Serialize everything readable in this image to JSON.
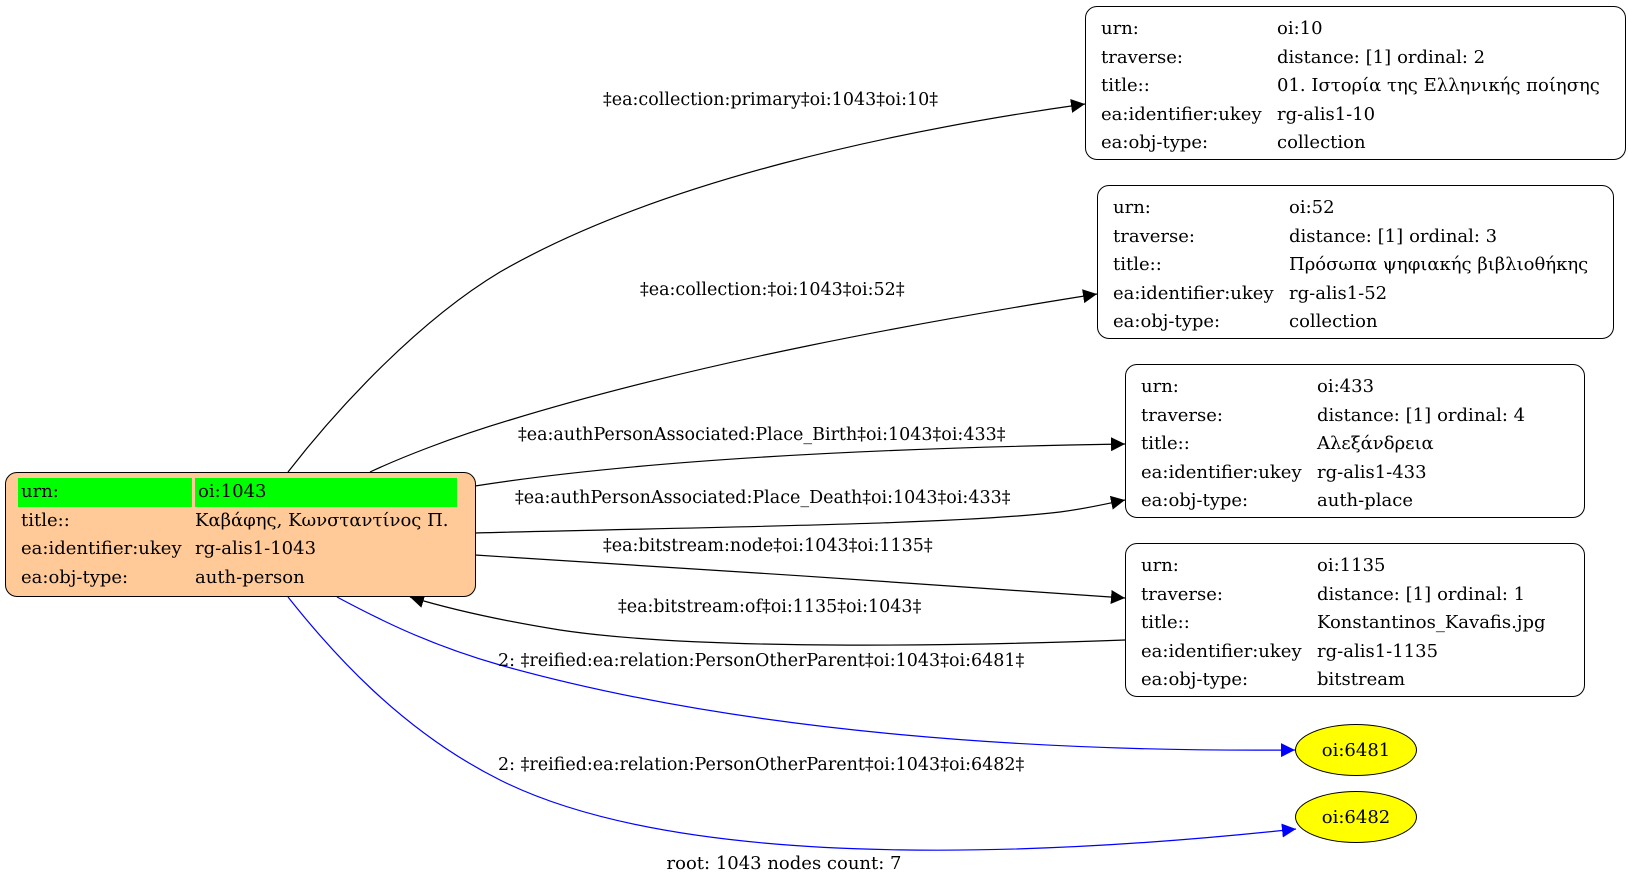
{
  "root_node": {
    "rows": [
      {
        "key": "urn:",
        "value": "oi:1043"
      },
      {
        "key": "title::",
        "value": "Καβάφης, Κωνσταντίνος Π."
      },
      {
        "key": "ea:identifier:ukey",
        "value": "rg-alis1-1043"
      },
      {
        "key": "ea:obj-type:",
        "value": "auth-person"
      }
    ]
  },
  "nodes": [
    {
      "urn_key": "urn:",
      "urn": "oi:10",
      "traverse_key": "traverse:",
      "distance": "distance: [1]",
      "ordinal": "ordinal: 2",
      "title_key": "title::",
      "title": "01. Ιστορία της Ελληνικής ποίησης",
      "ukey_key": "ea:identifier:ukey",
      "ukey": "rg-alis1-10",
      "type_key": "ea:obj-type:",
      "type": "collection"
    },
    {
      "urn_key": "urn:",
      "urn": "oi:52",
      "traverse_key": "traverse:",
      "distance": "distance: [1]",
      "ordinal": "ordinal: 3",
      "title_key": "title::",
      "title": "Πρόσωπα ψηφιακής βιβλιοθήκης",
      "ukey_key": "ea:identifier:ukey",
      "ukey": "rg-alis1-52",
      "type_key": "ea:obj-type:",
      "type": "collection"
    },
    {
      "urn_key": "urn:",
      "urn": "oi:433",
      "traverse_key": "traverse:",
      "distance": "distance: [1]",
      "ordinal": "ordinal: 4",
      "title_key": "title::",
      "title": "Αλεξάνδρεια",
      "ukey_key": "ea:identifier:ukey",
      "ukey": "rg-alis1-433",
      "type_key": "ea:obj-type:",
      "type": "auth-place"
    },
    {
      "urn_key": "urn:",
      "urn": "oi:1135",
      "traverse_key": "traverse:",
      "distance": "distance: [1]",
      "ordinal": "ordinal: 1",
      "title_key": "title::",
      "title": "Konstantinos_Kavafis.jpg",
      "ukey_key": "ea:identifier:ukey",
      "ukey": "rg-alis1-1135",
      "type_key": "ea:obj-type:",
      "type": "bitstream"
    }
  ],
  "ovals": [
    {
      "label": "oi:6481"
    },
    {
      "label": "oi:6482"
    }
  ],
  "edges": [
    {
      "label": "‡ea:collection:primary‡oi:1043‡oi:10‡",
      "color": "#000000"
    },
    {
      "label": "‡ea:collection:‡oi:1043‡oi:52‡",
      "color": "#000000"
    },
    {
      "label": "‡ea:authPersonAssociated:Place_Birth‡oi:1043‡oi:433‡",
      "color": "#000000"
    },
    {
      "label": "‡ea:authPersonAssociated:Place_Death‡oi:1043‡oi:433‡",
      "color": "#000000"
    },
    {
      "label": "‡ea:bitstream:node‡oi:1043‡oi:1135‡",
      "color": "#000000"
    },
    {
      "label": "‡ea:bitstream:of‡oi:1135‡oi:1043‡",
      "color": "#000000"
    },
    {
      "label": "2: ‡reified:ea:relation:PersonOtherParent‡oi:1043‡oi:6481‡",
      "color": "#0000ff"
    },
    {
      "label": "2: ‡reified:ea:relation:PersonOtherParent‡oi:1043‡oi:6482‡",
      "color": "#0000ff"
    }
  ],
  "colors": {
    "root_fill": "#ffca97",
    "urn_highlight": "#00ff00",
    "oval_fill": "#ffff00",
    "reified_edge": "#0000ff",
    "edge": "#000000"
  },
  "footer": "root: 1043 nodes count: 7"
}
